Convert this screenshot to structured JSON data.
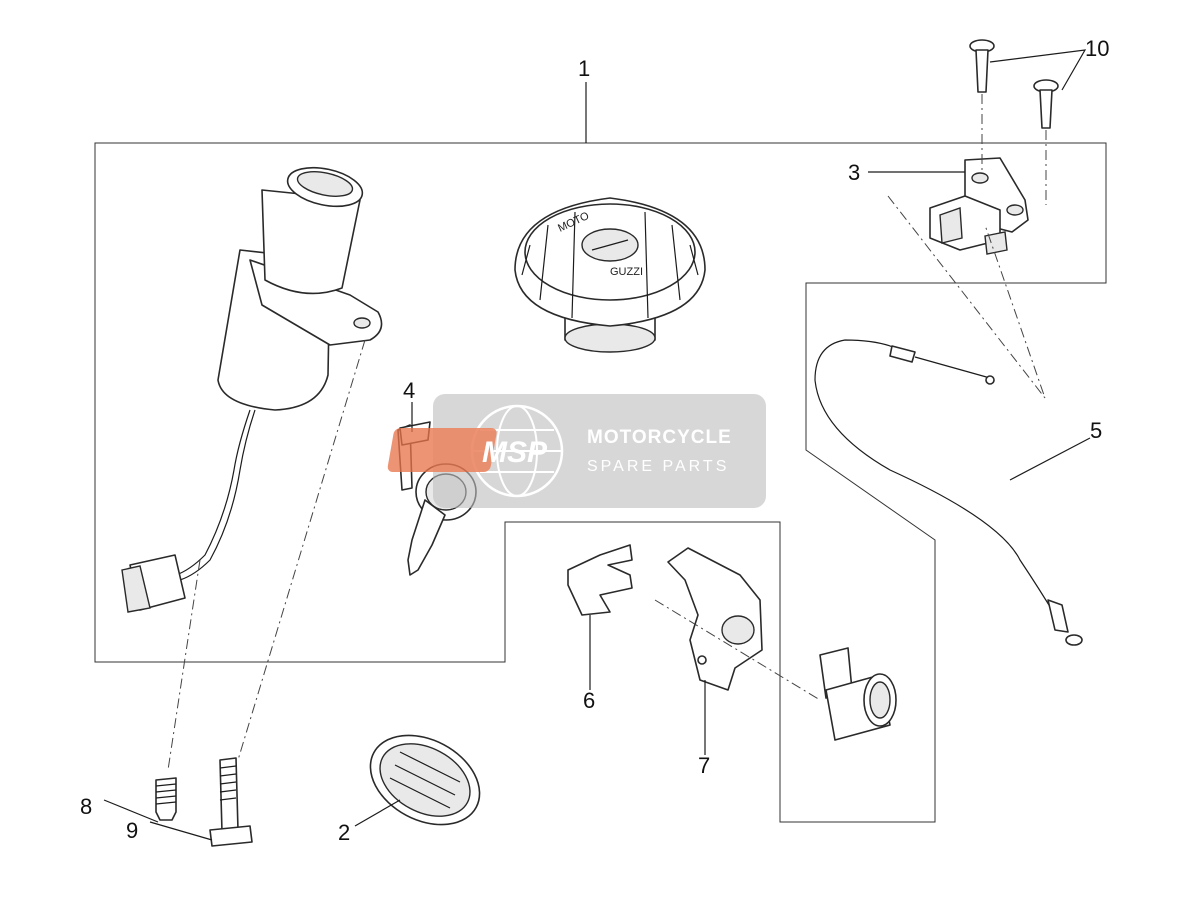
{
  "callouts": {
    "c1": "1",
    "c2": "2",
    "c3": "3",
    "c4": "4",
    "c5": "5",
    "c6": "6",
    "c7": "7",
    "c8": "8",
    "c9": "9",
    "c10": "10"
  },
  "watermark": {
    "badge": "MSP",
    "line1": "MOTORCYCLE",
    "line2": "SPARE PARTS"
  },
  "fuel_cap": {
    "brand_top": "MOTO",
    "brand_bottom": "GUZZI"
  },
  "colors": {
    "watermark_orange": "#e8734a",
    "watermark_panel": "#bdbdbd",
    "line": "#1c1c1c"
  }
}
